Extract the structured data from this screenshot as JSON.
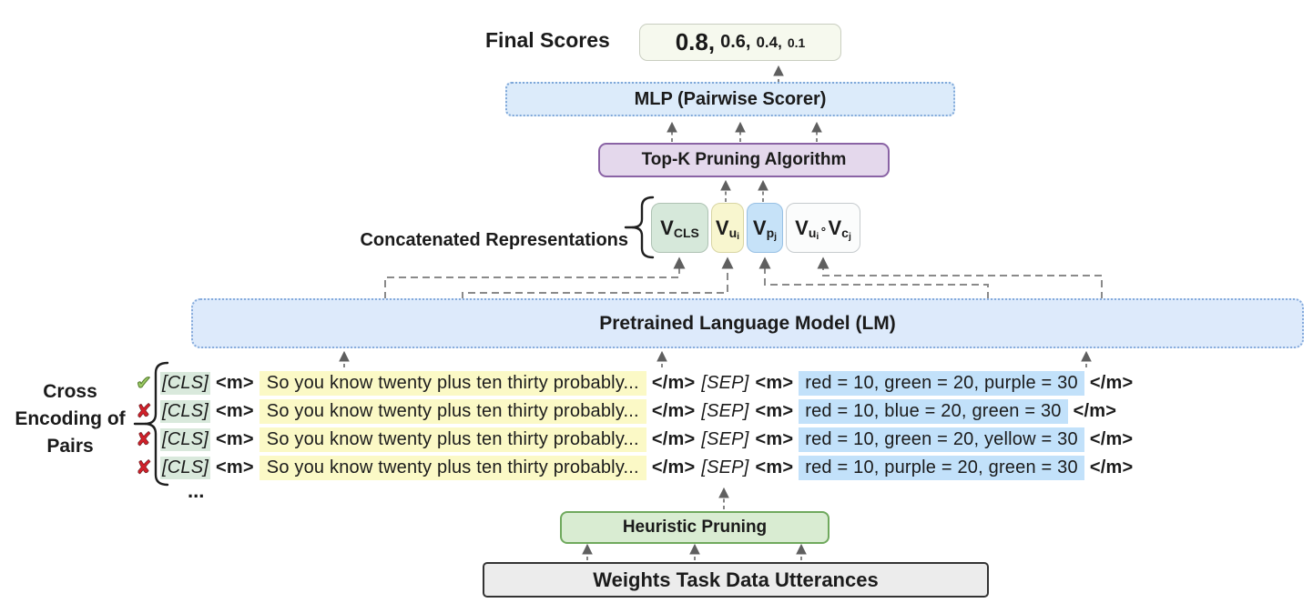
{
  "final_scores": {
    "label": "Final Scores",
    "values": [
      "0.8,",
      "0.6,",
      "0.4,",
      "0.1"
    ]
  },
  "mlp": {
    "label": "MLP (Pairwise Scorer)"
  },
  "topk": {
    "label": "Top-K Pruning Algorithm"
  },
  "concat": {
    "label": "Concatenated Representations"
  },
  "reps": [
    {
      "main": "V",
      "sub": "CLS"
    },
    {
      "main": "V",
      "sub": "u",
      "subsub": "i"
    },
    {
      "main": "V",
      "sub": "p",
      "subsub": "j"
    },
    {
      "v1": "V",
      "s1": "u",
      "ss1": "i",
      "op": "∘",
      "v2": "V",
      "s2": "c",
      "ss2": "j"
    }
  ],
  "lm": {
    "label": "Pretrained Language Model (LM)"
  },
  "cross_label": {
    "line1": "Cross",
    "line2": "Encoding of",
    "line3": "Pairs"
  },
  "rows": [
    {
      "mark": "✔",
      "mark_kind": "accept",
      "mark_icon": "check-icon",
      "cls": "[CLS]",
      "m_open": "<m>",
      "utterance": "So you know twenty plus ten thirty probably...",
      "m_close": "</m>",
      "sep": "[SEP]",
      "m_open2": "<m>",
      "candidate": "red = 10, green = 20, purple = 30",
      "m_close2": "</m>"
    },
    {
      "mark": "✘",
      "mark_kind": "reject",
      "mark_icon": "x-icon",
      "cls": "[CLS]",
      "m_open": "<m>",
      "utterance": "So you know twenty plus ten thirty probably...",
      "m_close": "</m>",
      "sep": "[SEP]",
      "m_open2": "<m>",
      "candidate": "red = 10, blue = 20, green = 30",
      "m_close2": "</m>"
    },
    {
      "mark": "✘",
      "mark_kind": "reject",
      "mark_icon": "x-icon",
      "cls": "[CLS]",
      "m_open": "<m>",
      "utterance": "So you know twenty plus ten thirty probably...",
      "m_close": "</m>",
      "sep": "[SEP]",
      "m_open2": "<m>",
      "candidate": "red = 10, green = 20, yellow = 30",
      "m_close2": "</m>"
    },
    {
      "mark": "✘",
      "mark_kind": "reject",
      "mark_icon": "x-icon",
      "cls": "[CLS]",
      "m_open": "<m>",
      "utterance": "So you know twenty plus ten thirty probably...",
      "m_close": "</m>",
      "sep": "[SEP]",
      "m_open2": "<m>",
      "candidate": "red = 10, purple = 20, green = 30",
      "m_close2": "</m>"
    }
  ],
  "ellipsis": "...",
  "heuristic": {
    "label": "Heuristic Pruning"
  },
  "weights": {
    "label": "Weights Task Data Utterances"
  },
  "colors": {
    "score_box_bg": "#f6f9ee",
    "mlp_lm_bg": "#dcebfa",
    "mlp_lm_border": "#7fa8d9",
    "topk_bg": "#e4d8ec",
    "topk_border": "#8a63a5",
    "rep_cls_bg": "#d6e8da",
    "rep_u_bg": "#f8f6cf",
    "rep_p_bg": "#c6e2f8",
    "rep_hadamard_bg": "#fbfcfc",
    "utterance_highlight": "#fbf9c6",
    "candidate_highlight": "#c2e1fa",
    "cls_highlight": "#d9e9dc",
    "heuristic_bg": "#d9ecd2",
    "heuristic_border": "#6fa95d",
    "weights_bg": "#ececec",
    "accept_mark": "#9ccc65",
    "reject_mark": "#d1202a",
    "arrow": "#777777"
  }
}
